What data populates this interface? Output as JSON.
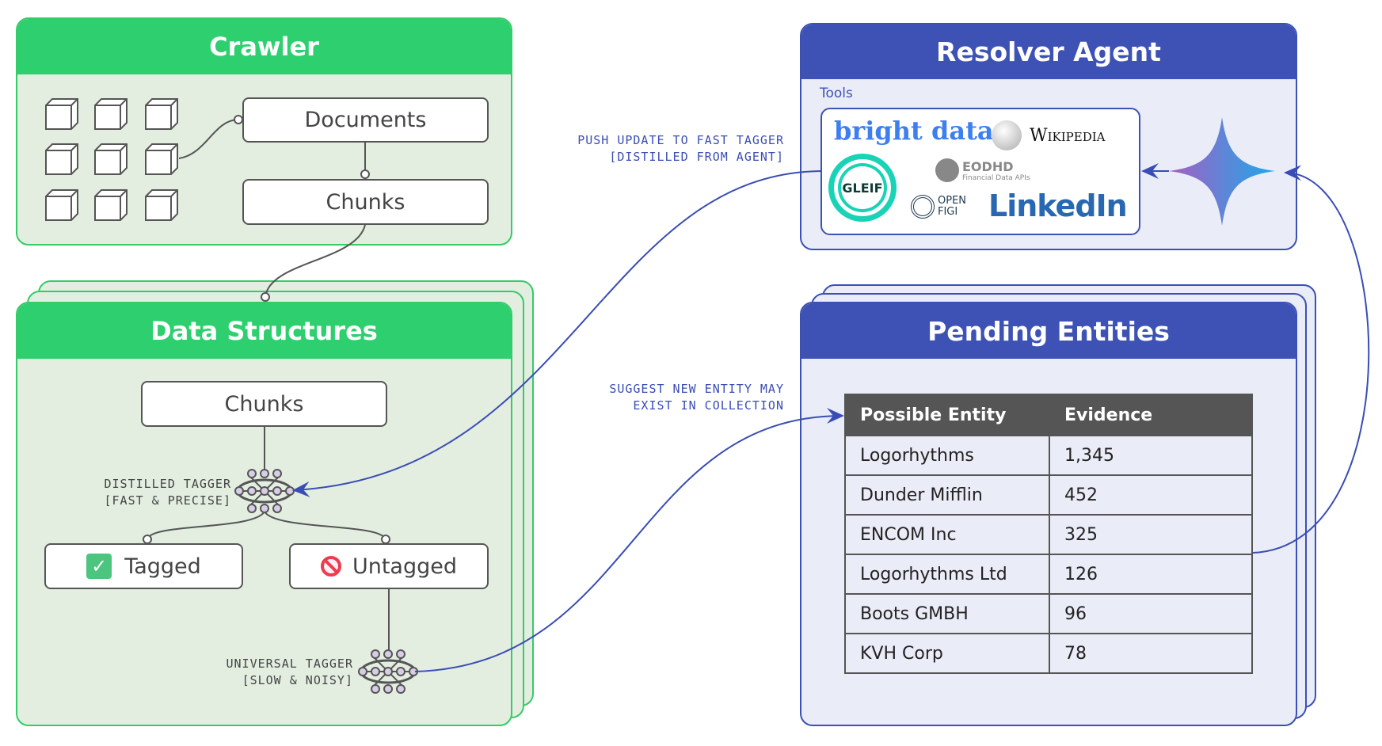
{
  "crawler": {
    "title": "Crawler",
    "documents": "Documents",
    "chunks": "Chunks"
  },
  "data_structures": {
    "title": "Data Structures",
    "chunks": "Chunks",
    "distilled_tagger": {
      "line1": "DISTILLED TAGGER",
      "line2": "[FAST & PRECISE]"
    },
    "tagged": "Tagged",
    "untagged": "Untagged",
    "universal_tagger": {
      "line1": "UNIVERSAL TAGGER",
      "line2": "[SLOW & NOISY]"
    }
  },
  "resolver": {
    "title": "Resolver Agent",
    "tools_label": "Tools",
    "tools": [
      "bright data",
      "Wikipedia",
      "GLEIF",
      "EODHD",
      "Financial Data APIs",
      "OPEN FIGI",
      "LinkedIn"
    ]
  },
  "annotations": {
    "push": {
      "line1": "PUSH UPDATE TO FAST TAGGER",
      "line2": "[DISTILLED FROM AGENT]"
    },
    "suggest": {
      "line1": "SUGGEST NEW ENTITY MAY",
      "line2": "EXIST IN COLLECTION"
    }
  },
  "pending": {
    "title": "Pending Entities",
    "columns": [
      "Possible Entity",
      "Evidence"
    ],
    "rows": [
      [
        "Logorhythms",
        "1,345"
      ],
      [
        "Dunder Mifflin",
        "452"
      ],
      [
        "ENCOM Inc",
        "325"
      ],
      [
        "Logorhythms Ltd",
        "126"
      ],
      [
        "Boots GMBH",
        "96"
      ],
      [
        "KVH Corp",
        "78"
      ]
    ]
  },
  "colors": {
    "green": "#2ecf6e",
    "blue": "#3d52b4",
    "arrow": "#3a4db5"
  }
}
